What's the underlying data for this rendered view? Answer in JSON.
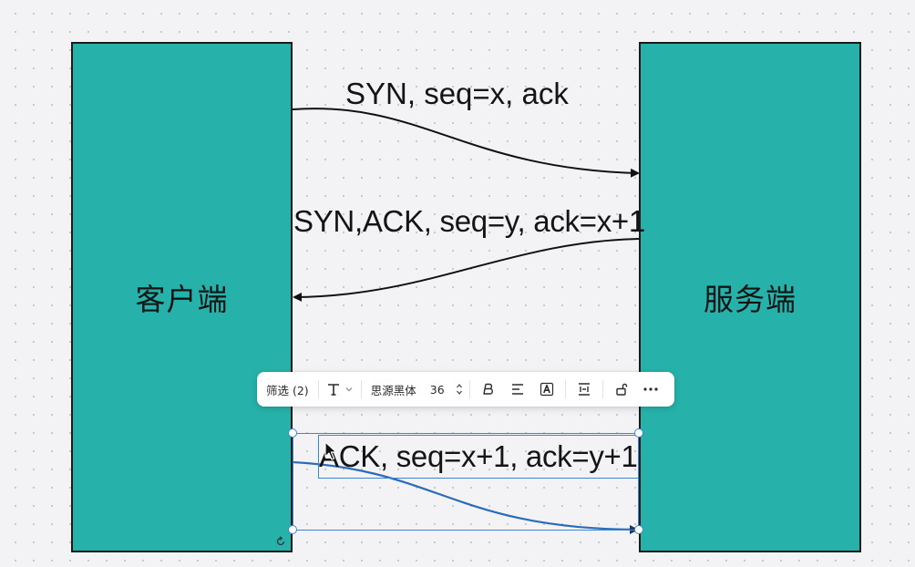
{
  "diagram": {
    "client_label": "客户端",
    "server_label": "服务端",
    "messages": [
      {
        "label": "SYN, seq=x, ack",
        "direction": "client-to-server"
      },
      {
        "label": "SYN,ACK, seq=y, ack=x+1",
        "direction": "server-to-client"
      },
      {
        "label": "ACK, seq=x+1, ack=y+1",
        "direction": "client-to-server",
        "selected": true
      }
    ],
    "colors": {
      "box_fill": "#26b2aa",
      "box_border": "#1a1a1a",
      "arrow": "#111111",
      "selected_arrow": "#2b6cb8",
      "selection": "#3c86d6"
    }
  },
  "toolbar": {
    "filter_label": "筛选 (2)",
    "text_type_icon": "text-type-icon",
    "font_family": "思源黑体",
    "font_size": "36",
    "bold_icon": "bold-icon",
    "align_icon": "align-left-icon",
    "font_color_icon": "font-color-icon",
    "frame_icon": "text-frame-icon",
    "lock_icon": "unlock-icon",
    "more_icon": "more-icon"
  }
}
